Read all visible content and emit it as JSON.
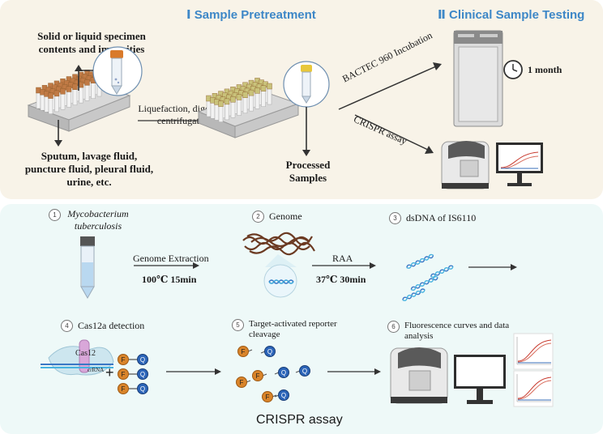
{
  "header": {
    "pretreatment_title": "Ⅰ Sample Pretreatment",
    "clinical_title": "Ⅱ Clinical Sample Testing"
  },
  "pretreatment": {
    "specimen_label": "Solid or liquid specimen contents and impurities",
    "sample_types": "Sputum, lavage fluid, puncture fluid, pleural fluid, urine, etc.",
    "process_steps": "Liquefaction, digestion, centrifugation",
    "processed_label": "Processed Samples"
  },
  "clinical": {
    "bactec_label": "BACTEC 960 Incubation",
    "crispr_label": "CRISPR assay",
    "duration": "1 month"
  },
  "assay": {
    "steps": [
      {
        "num": "1",
        "label": "Mycobacterium tuberculosis"
      },
      {
        "num": "2",
        "label": "Genome"
      },
      {
        "num": "3",
        "label": "dsDNA of IS6110"
      },
      {
        "num": "4",
        "label": "Cas12a detection"
      },
      {
        "num": "5",
        "label": "Target-activated reporter cleavage"
      },
      {
        "num": "6",
        "label": "Fluorescence curves and data analysis"
      }
    ],
    "extraction_label": "Genome Extraction",
    "extraction_cond": "100℃ 15min",
    "raa_label": "RAA",
    "raa_cond": "37℃ 30min",
    "cas12_label": "Cas12",
    "crrna_label": "crRNA",
    "plus_sign": "+",
    "reporter_f": "F",
    "reporter_q": "Q",
    "footer_title": "CRISPR assay"
  },
  "colors": {
    "accent_blue": "#3d87c7",
    "top_panel_bg": "#f8f3e8",
    "bottom_panel_bg": "#eef9f8",
    "curve_red": "#c83a2e"
  }
}
